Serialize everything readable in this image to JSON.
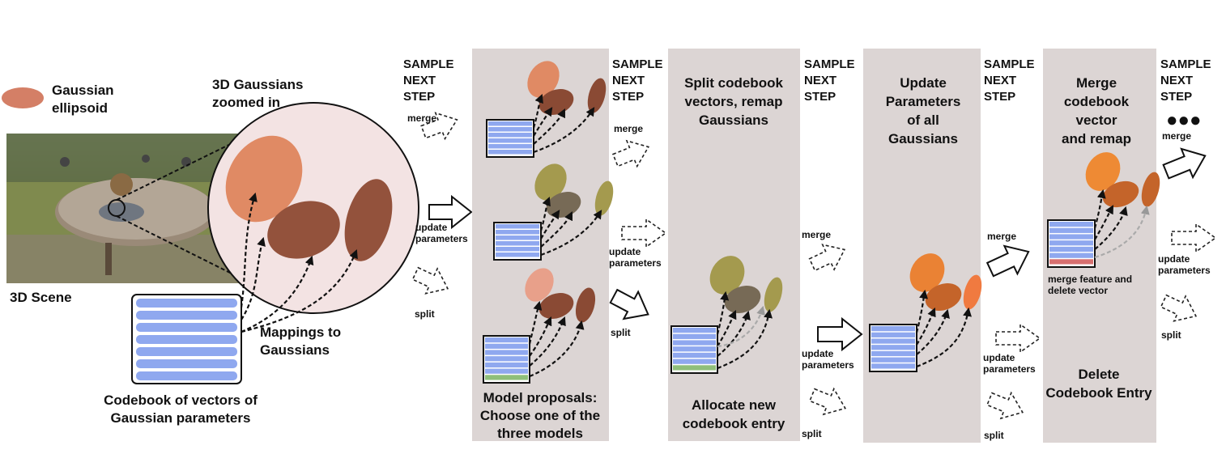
{
  "legend": {
    "gaussian_ellipsoid": "Gaussian\nellipsoid"
  },
  "scene": {
    "scene_label": "3D Scene",
    "zoom_label": "3D Gaussians\nzoomed in",
    "mapping_label": "Mappings to\nGaussians",
    "codebook_label": "Codebook of vectors of\nGaussian parameters"
  },
  "steps": {
    "sample_next_step": "SAMPLE\nNEXT\nSTEP",
    "merge": "merge",
    "update_parameters": "update\nparameters",
    "split": "split",
    "ellipsis": "●●●"
  },
  "panels": {
    "proposals": "Model proposals:\nChoose one of the\nthree models",
    "split_title": "Split codebook\nvectors, remap\nGaussians",
    "allocate": "Allocate new\ncodebook entry",
    "update_title": "Update\nParameters\nof all\nGaussians",
    "merge_title": "Merge\ncodebook\nvector\nand remap",
    "merge_note": "merge feature and\ndelete vector",
    "delete_entry": "Delete\nCodebook Entry"
  },
  "colors": {
    "panel_bg": "#dcd5d4",
    "codebook_row": "#8fa8ef",
    "new_entry": "#8fbf7a",
    "deleted_entry": "#d77070",
    "gaussian_orange": "#e08a64",
    "gaussian_brown": "#8a4a34",
    "gaussian_olive": "#a49a4e",
    "gaussian_bright": "#ea8234",
    "zoom_circle": "#f3e3e3"
  }
}
